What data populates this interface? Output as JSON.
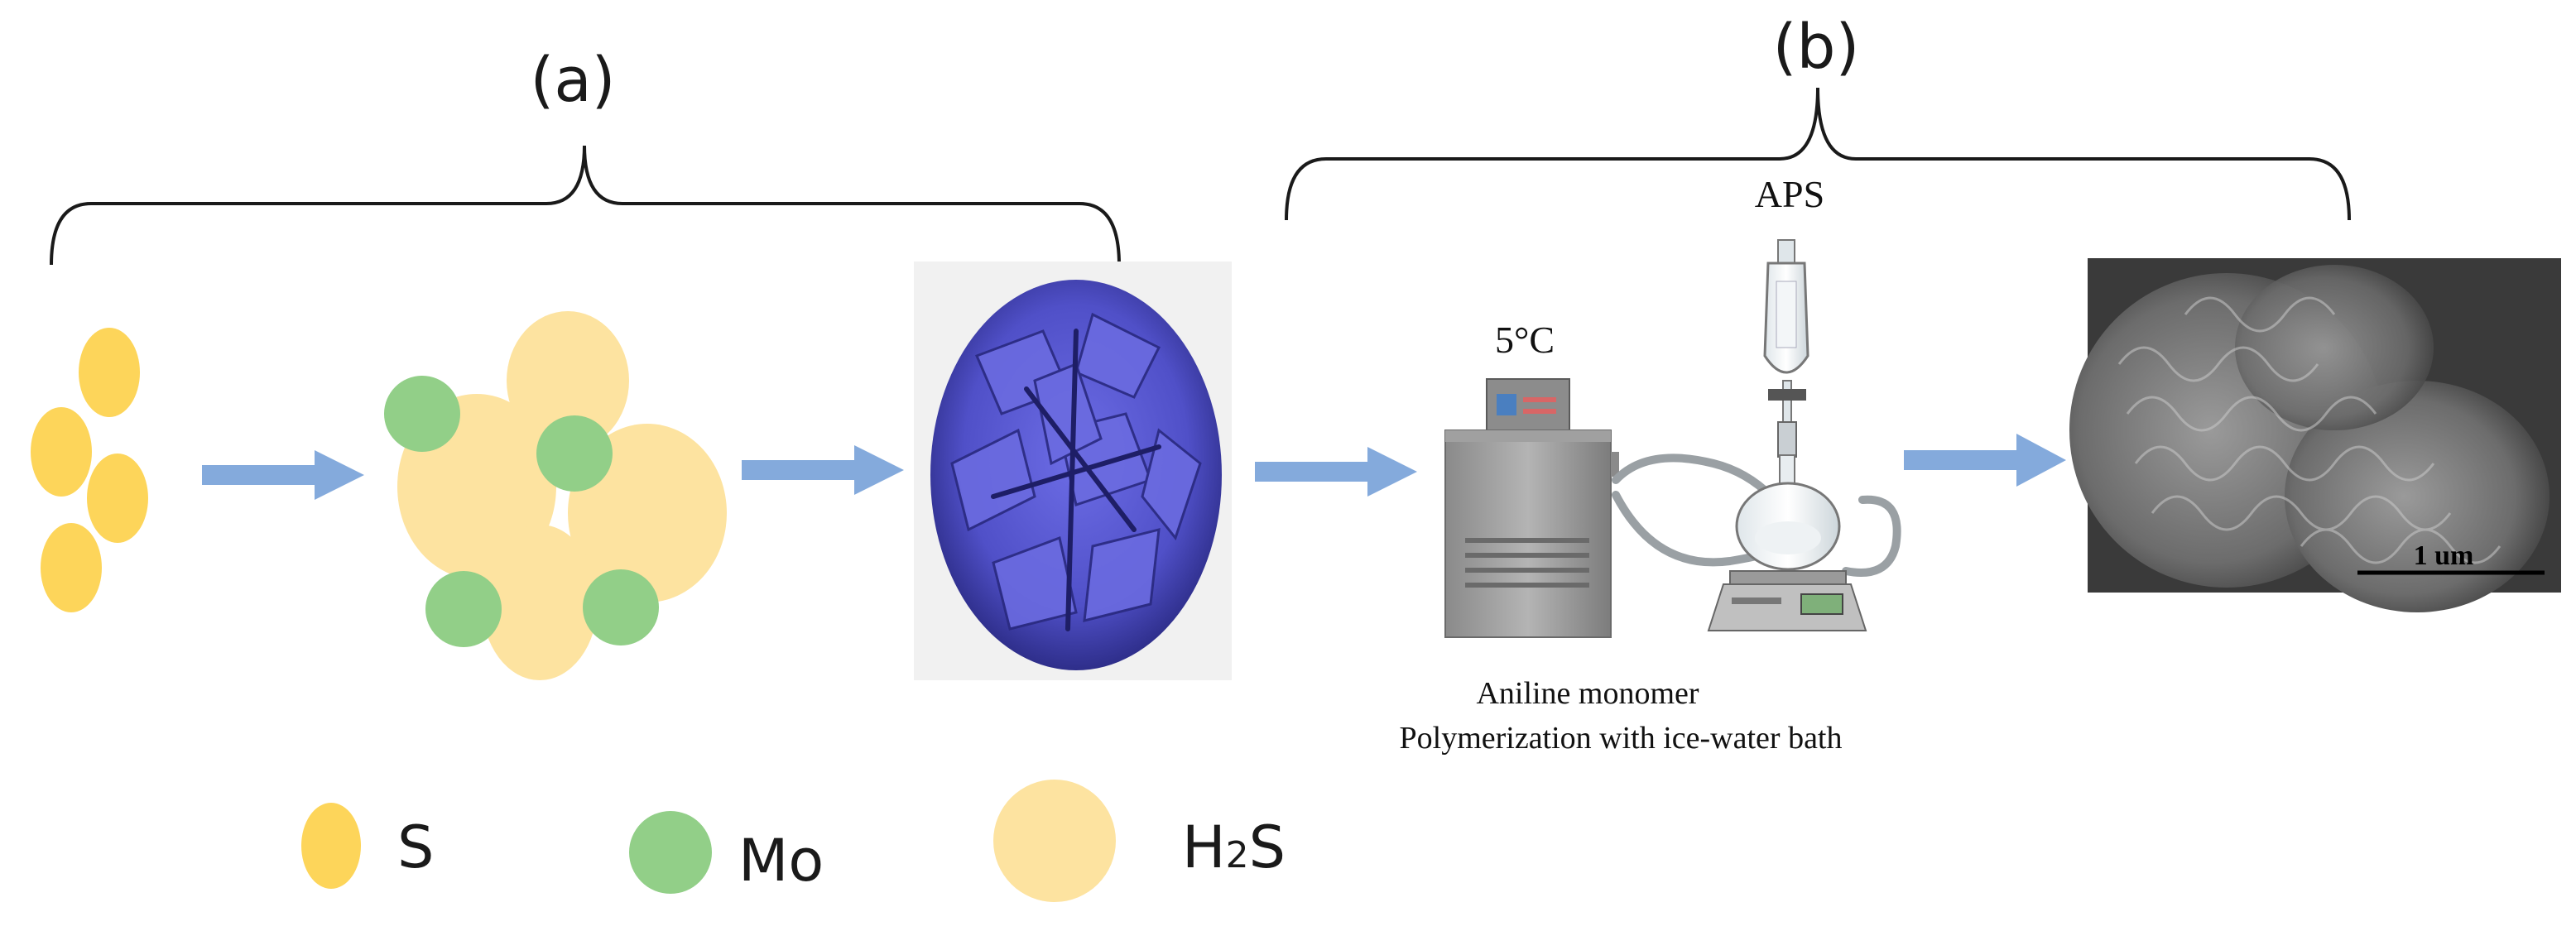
{
  "panel_a": {
    "label": "(a)"
  },
  "panel_b": {
    "label": "(b)",
    "oxidant_label": "APS",
    "temperature_label": "5°C",
    "caption_line1": "Aniline monomer",
    "caption_line2": "Polymerization with ice-water bath",
    "sem_scale_label": "1 um"
  },
  "legend": [
    {
      "label": "S"
    },
    {
      "label": "Mo"
    },
    {
      "label_main": "H",
      "label_sub": "2",
      "label_tail": "S"
    }
  ],
  "colors": {
    "sulfur": "#fdd55a",
    "molybdenum": "#92cf88",
    "h2s": "#fde3a0",
    "arrow": "#84aadc",
    "mos2_flower": "#5a5ad0",
    "bracket": "#1a1a1a"
  }
}
